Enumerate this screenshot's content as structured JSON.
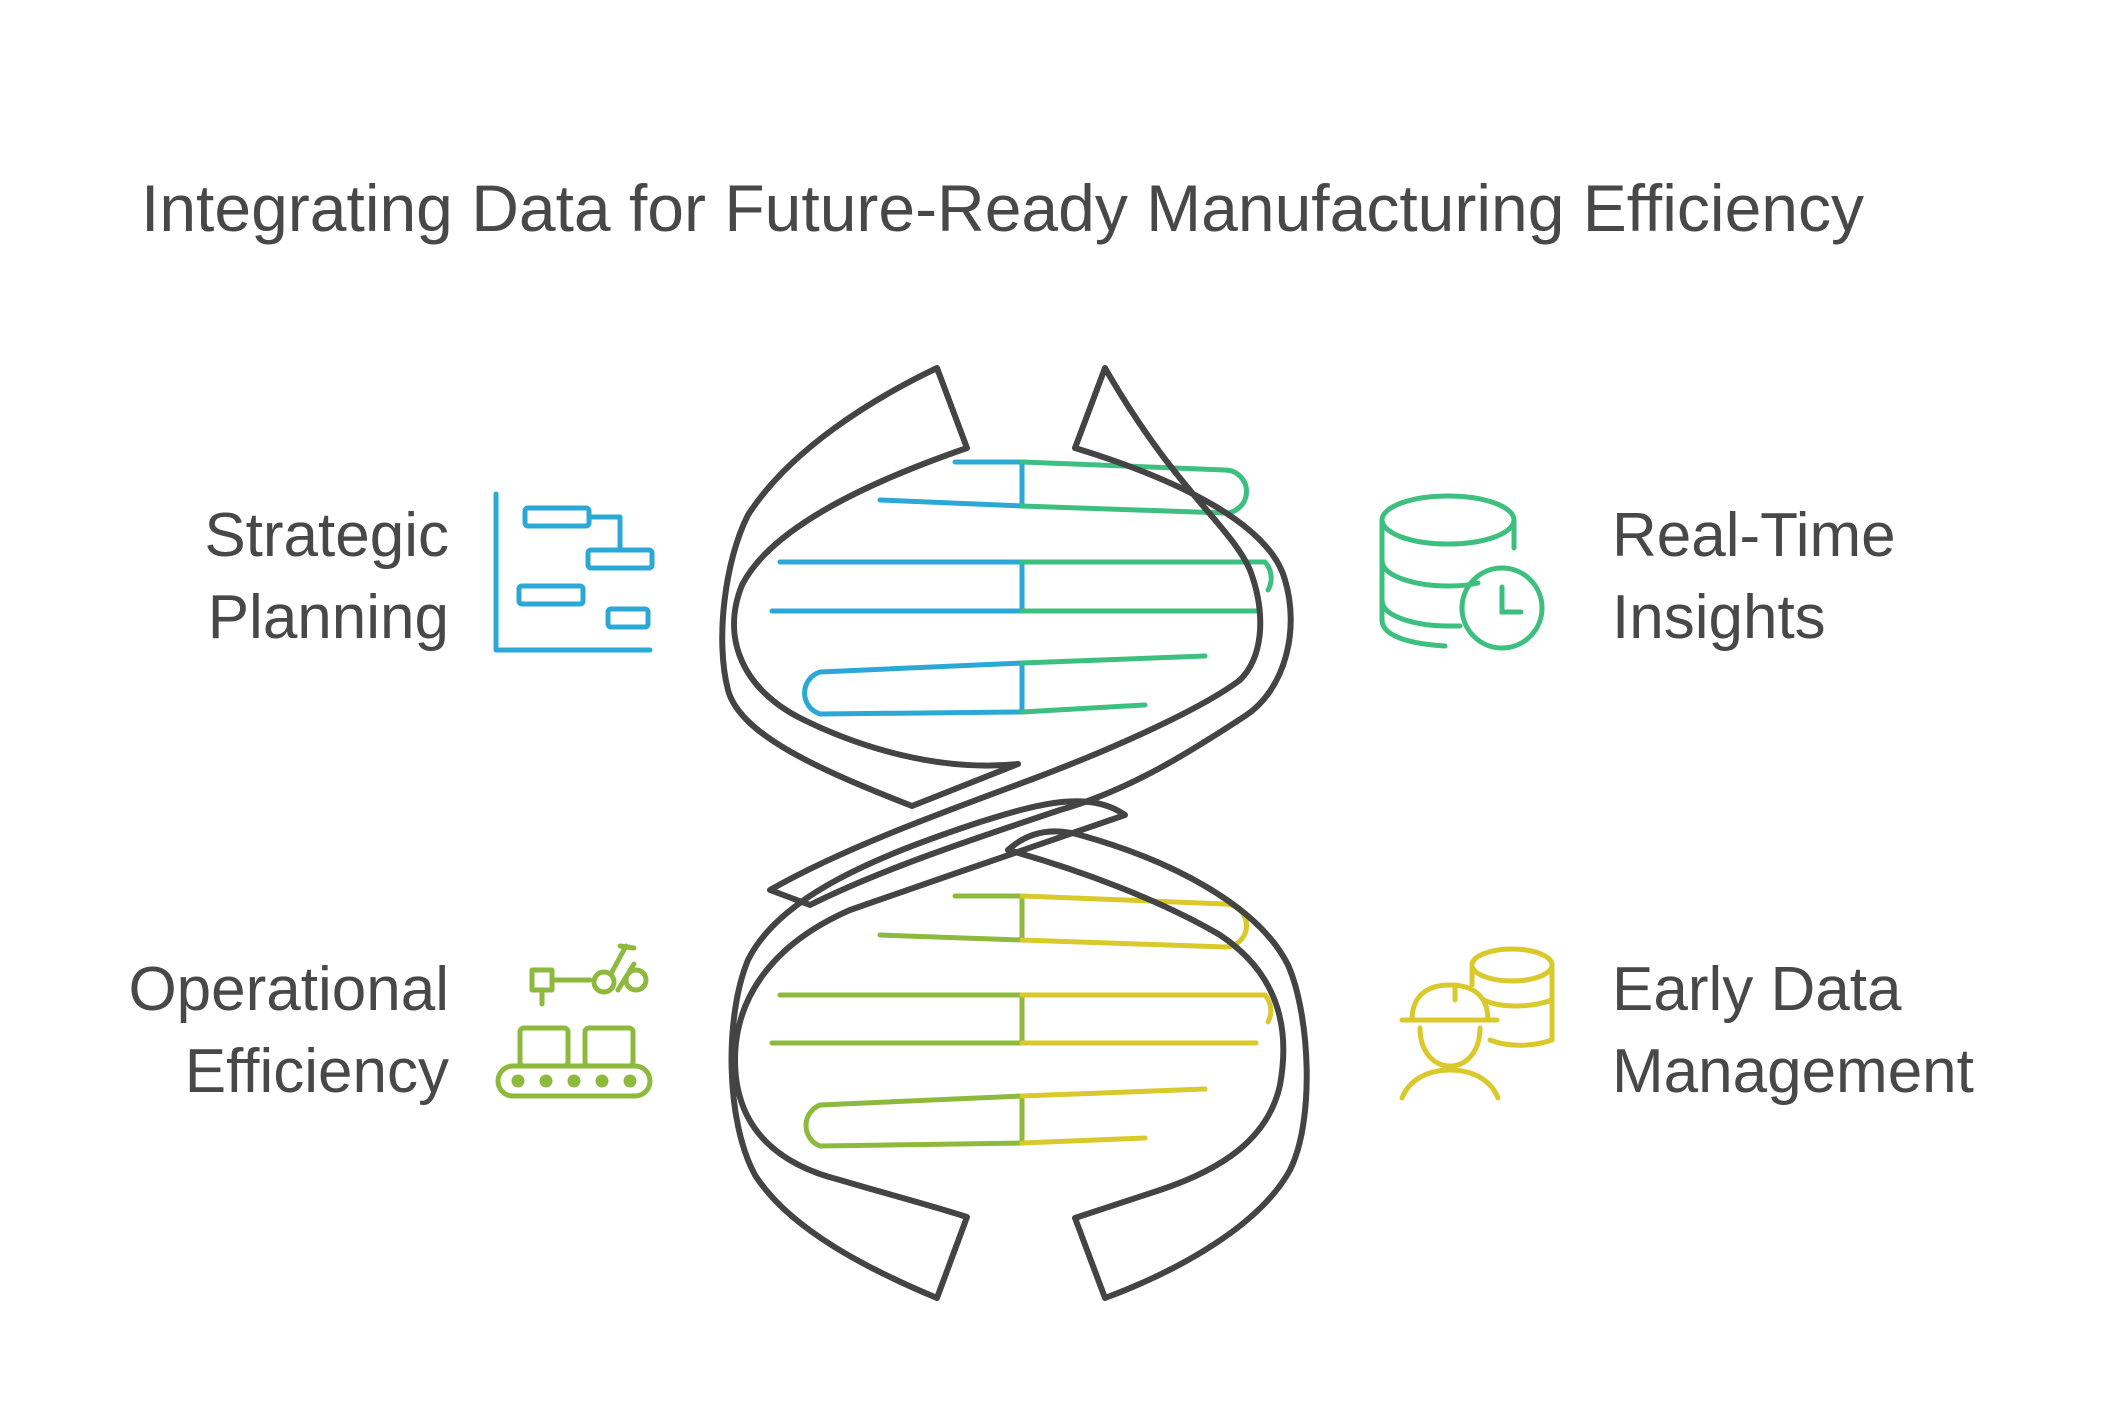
{
  "title": "Integrating Data for Future-Ready Manufacturing Efficiency",
  "items": [
    {
      "position": "top-left",
      "line1": "Strategic",
      "line2": "Planning",
      "icon": "gantt-chart-icon",
      "color": "#2BA8D6"
    },
    {
      "position": "top-right",
      "line1": "Real-Time",
      "line2": "Insights",
      "icon": "database-clock-icon",
      "color": "#3DBF7F"
    },
    {
      "position": "bottom-left",
      "line1": "Operational",
      "line2": "Efficiency",
      "icon": "robot-arm-conveyor-icon",
      "color": "#8DBA3D"
    },
    {
      "position": "bottom-right",
      "line1": "Early Data",
      "line2": "Management",
      "icon": "worker-database-icon",
      "color": "#D9C92A"
    }
  ],
  "colors": {
    "helix_stroke": "#444444",
    "text": "#484848"
  }
}
